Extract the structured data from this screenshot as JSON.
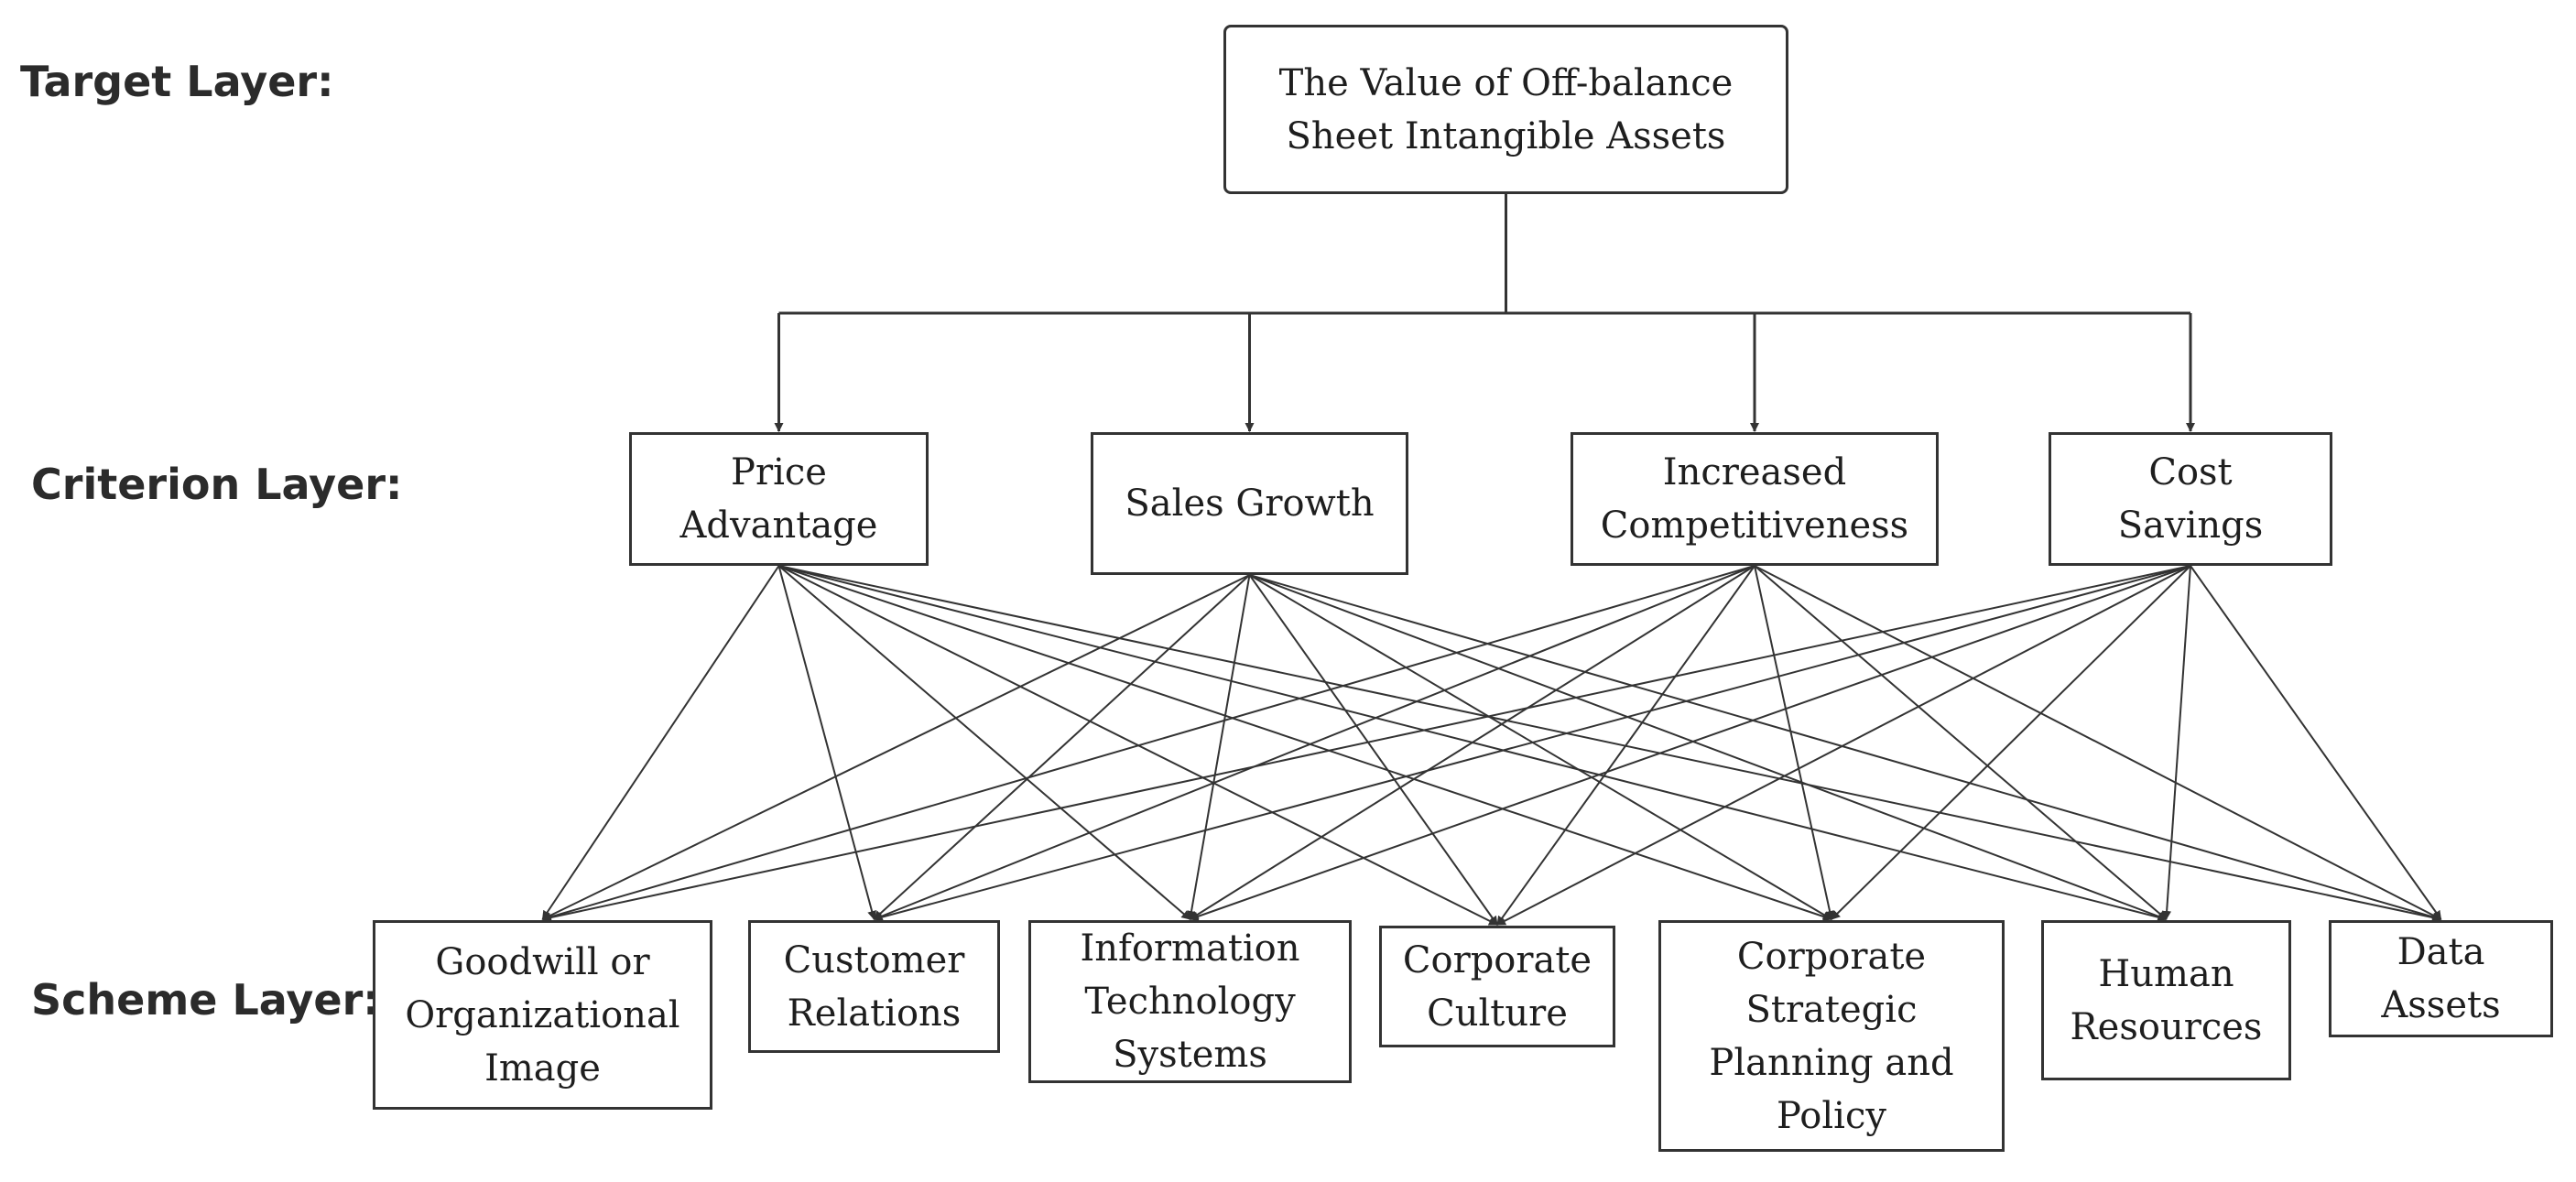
{
  "layers": {
    "target": "Target Layer:",
    "criterion": "Criterion Layer:",
    "scheme": "Scheme Layer:"
  },
  "target": {
    "id": "target",
    "lines": [
      "The Value of Off-balance",
      "Sheet Intangible Assets"
    ]
  },
  "criteria": [
    {
      "id": "price-advantage",
      "lines": [
        "Price",
        "Advantage"
      ]
    },
    {
      "id": "sales-growth",
      "lines": [
        "Sales Growth"
      ]
    },
    {
      "id": "increased-competitiveness",
      "lines": [
        "Increased",
        "Competitiveness"
      ]
    },
    {
      "id": "cost-savings",
      "lines": [
        "Cost",
        "Savings"
      ]
    }
  ],
  "schemes": [
    {
      "id": "goodwill",
      "lines": [
        "Goodwill or",
        "Organizational",
        "Image"
      ]
    },
    {
      "id": "customer-relations",
      "lines": [
        "Customer",
        "Relations"
      ]
    },
    {
      "id": "information-technology",
      "lines": [
        "Information",
        "Technology",
        "Systems"
      ]
    },
    {
      "id": "corporate-culture",
      "lines": [
        "Corporate",
        "Culture"
      ]
    },
    {
      "id": "strategic-planning",
      "lines": [
        "Corporate",
        "Strategic",
        "Planning and",
        "Policy"
      ]
    },
    {
      "id": "human-resources",
      "lines": [
        "Human",
        "Resources"
      ]
    },
    {
      "id": "data-assets",
      "lines": [
        "Data",
        "Assets"
      ]
    }
  ],
  "edges": {
    "target_to_criteria": "all",
    "criteria_to_schemes": "all"
  },
  "colors": {
    "stroke": "#333333",
    "text": "#1e1e1e",
    "label": "#2b2b2b",
    "background": "#ffffff"
  }
}
